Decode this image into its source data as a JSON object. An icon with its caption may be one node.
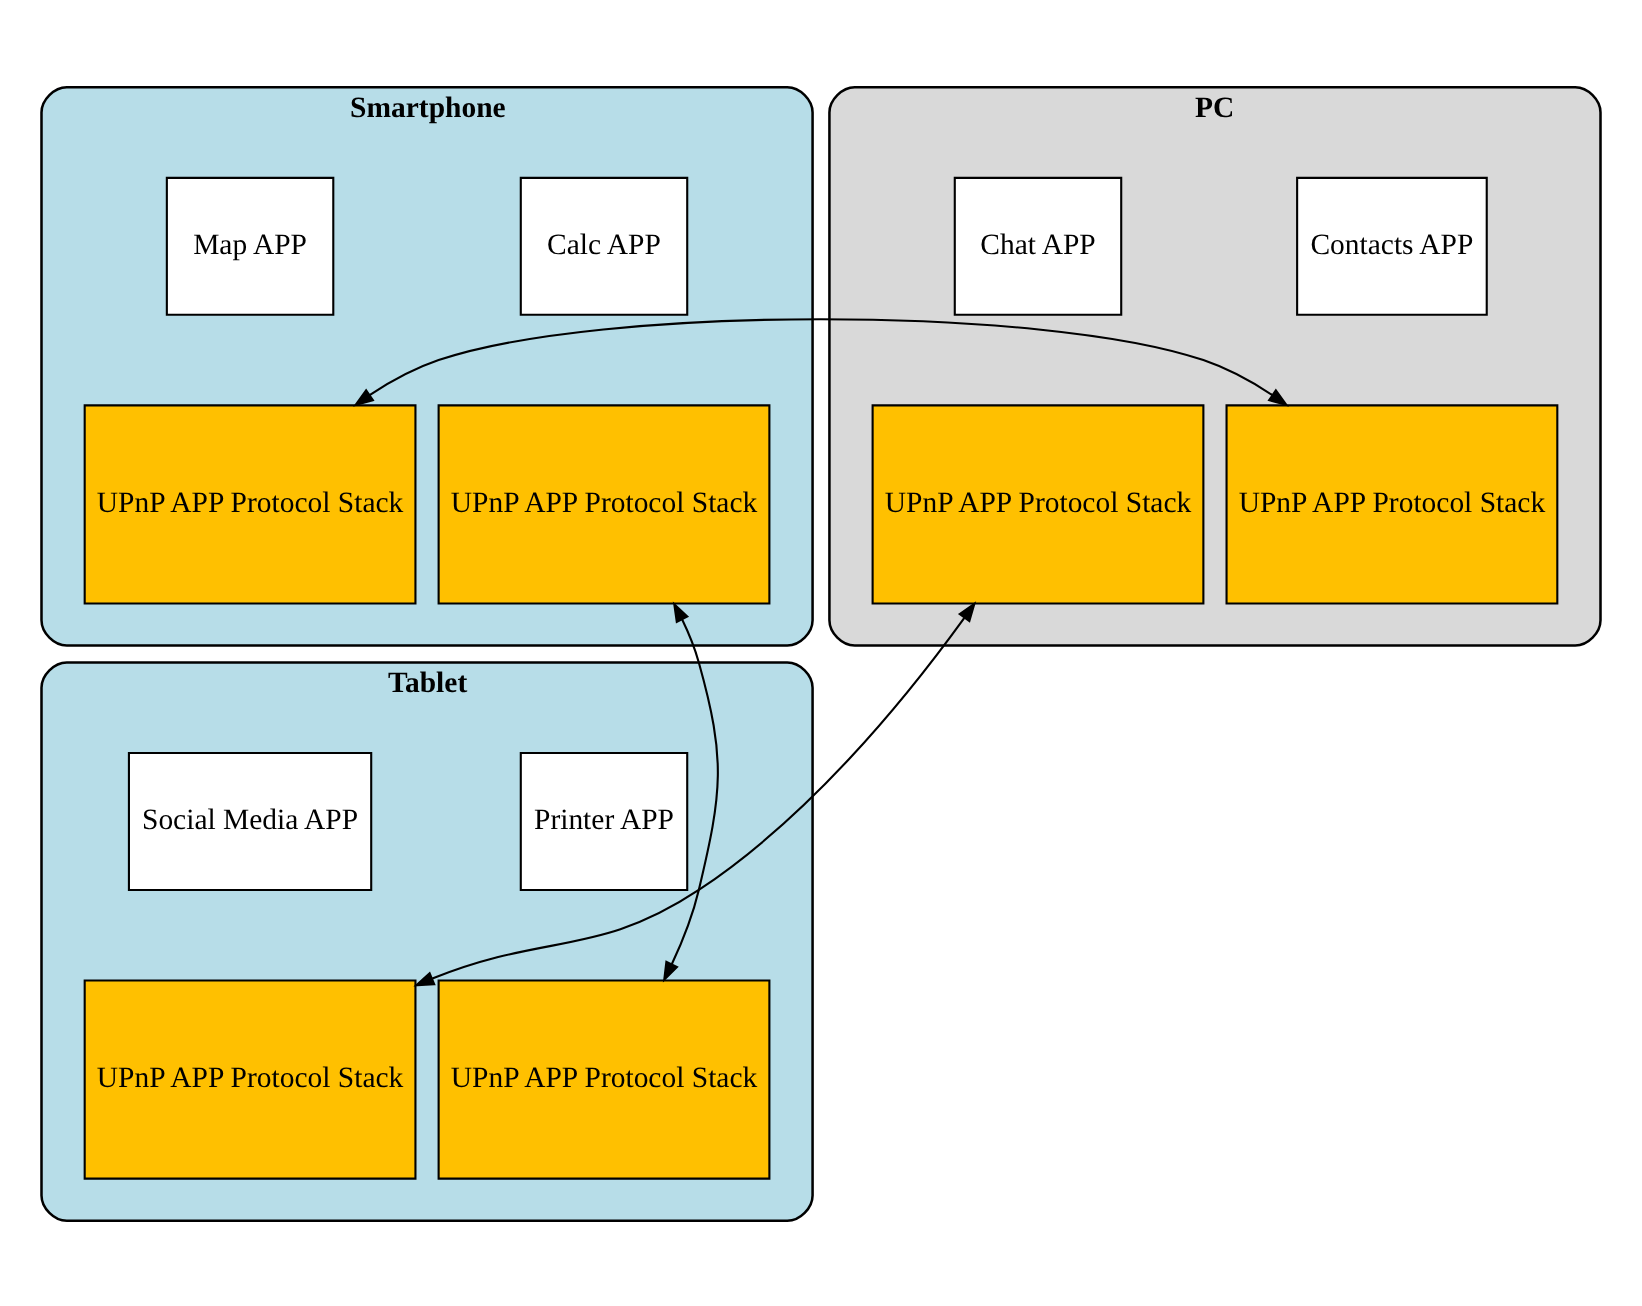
{
  "diagram": {
    "nodes": [
      {
        "text": [
          "Smartphone"
        ]
      },
      {
        "text": [
          "Calc APP"
        ],
        "in": 0
      },
      {
        "text": [
          "UPnP APP Protocol Stack"
        ],
        "in": 0
      },
      {
        "text": [
          "Map APP"
        ],
        "in": 0
      },
      {
        "text": [
          "UPnP APP Protocol Stack"
        ],
        "in": 0
      },
      {
        "text": [
          "PC"
        ]
      },
      {
        "text": [
          "Contacts APP"
        ],
        "in": 5
      },
      {
        "text": [
          "UPnP APP Protocol Stack"
        ],
        "in": 5
      },
      {
        "text": [
          "Chat APP"
        ],
        "in": 5
      },
      {
        "text": [
          "UPnP APP Protocol Stack"
        ],
        "in": 5
      },
      {
        "text": [
          "Tablet"
        ]
      },
      {
        "text": [
          "Printer APP"
        ],
        "in": 10
      },
      {
        "text": [
          "UPnP APP Protocol Stack"
        ],
        "in": 10
      },
      {
        "text": [
          "Social Media APP"
        ],
        "in": 10
      },
      {
        "text": [
          "UPnP APP Protocol Stack"
        ],
        "in": 10
      }
    ],
    "edges": [
      {
        "from": 4,
        "to": 7,
        "arrow": "both"
      },
      {
        "from": 2,
        "to": 12,
        "arrow": "both"
      },
      {
        "from": 9,
        "to": 14,
        "arrow": "both"
      }
    ]
  }
}
